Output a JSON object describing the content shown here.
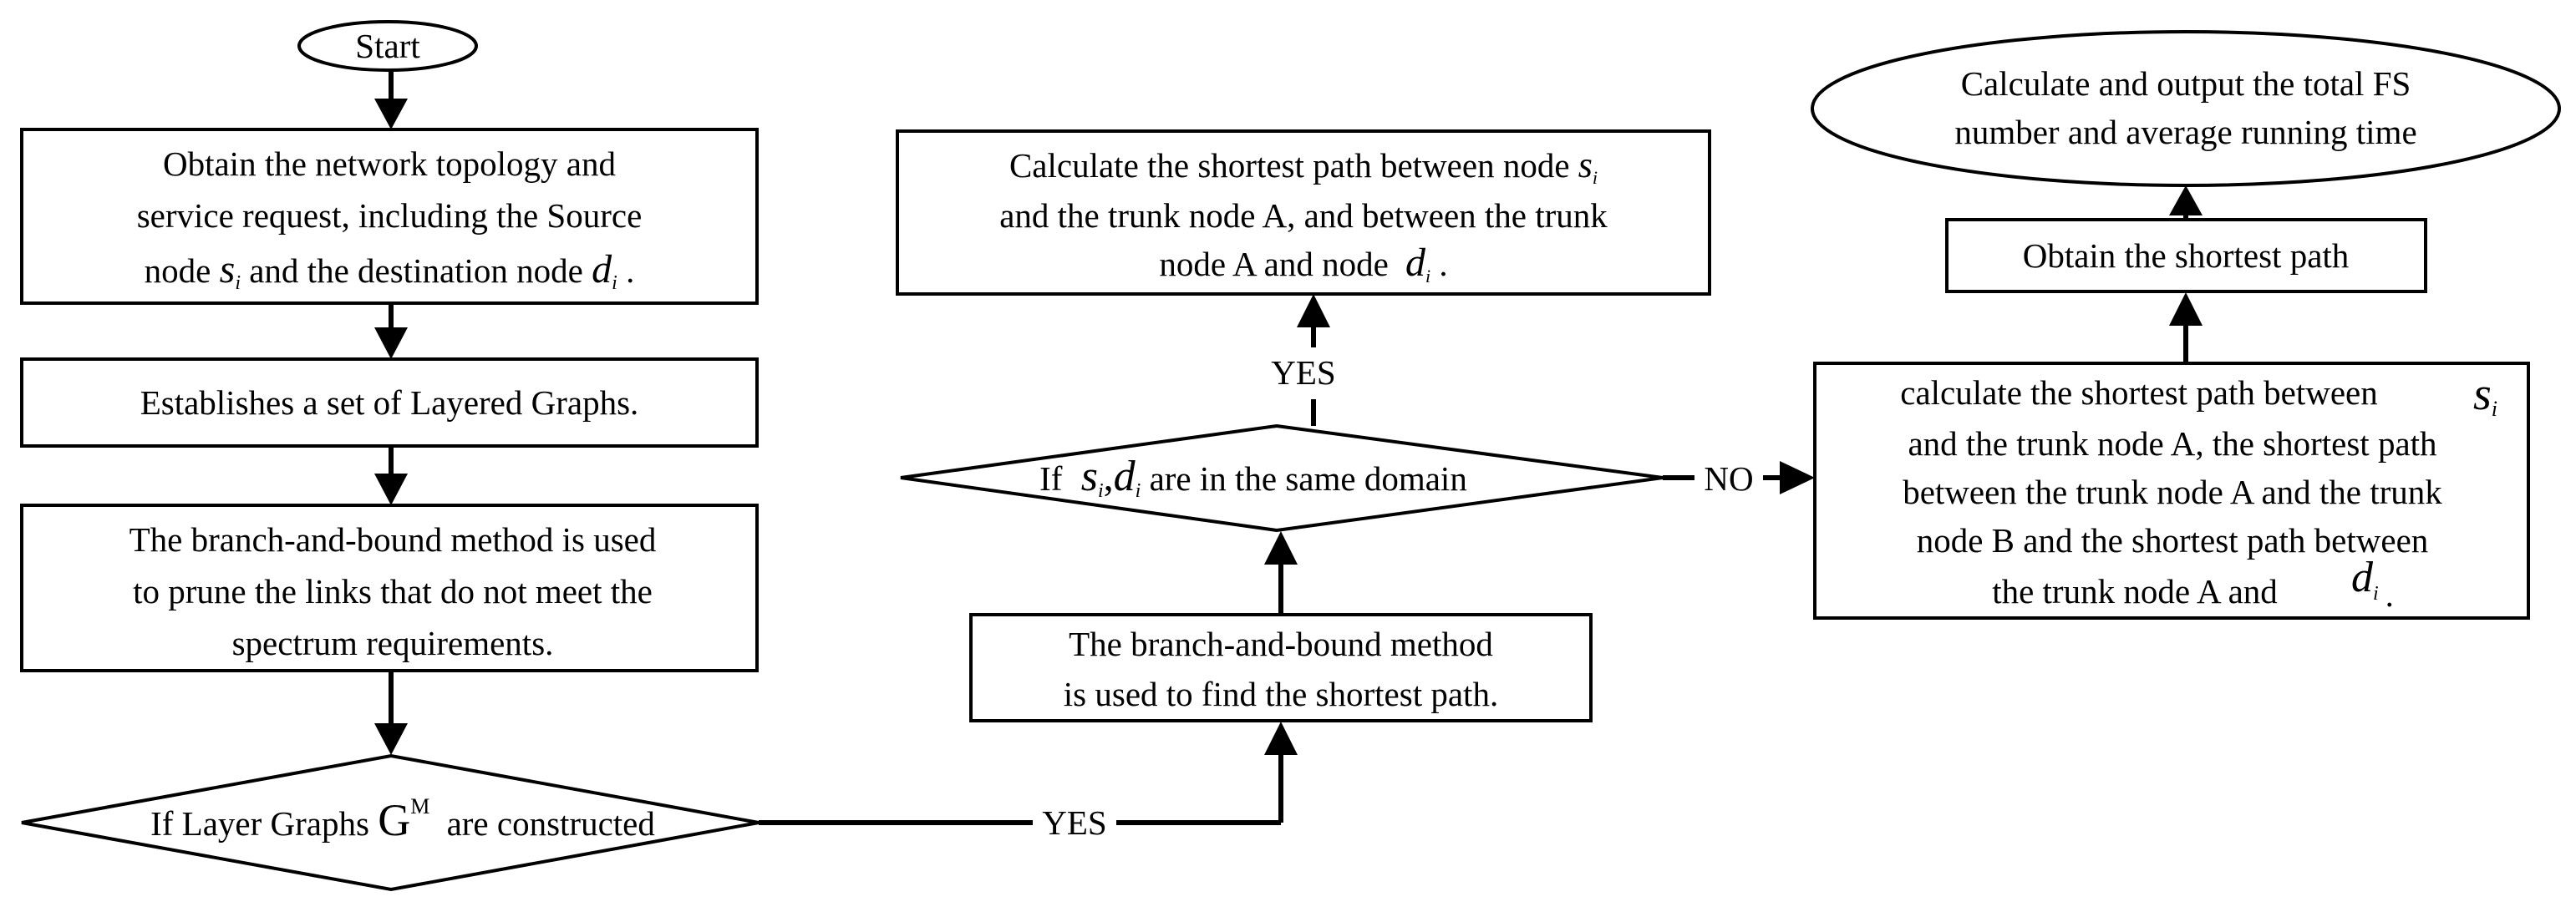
{
  "start": "Start",
  "step_obtain": {
    "line1": "Obtain the network topology and",
    "line2": "service request, including the Source",
    "line3_pre": "node",
    "line3_mid": "and the destination node",
    "line3_post": "."
  },
  "step_layered": "Establishes a set of Layered Graphs.",
  "step_prune": {
    "line1": "The branch-and-bound method is used",
    "line2": "to prune the links that do not meet the",
    "line3": "spectrum requirements."
  },
  "decision_layer": {
    "pre": "If Layer Graphs",
    "symbol": "G",
    "sup": "M",
    "post": "are constructed"
  },
  "step_bb": {
    "line1": "The branch-and-bound method",
    "line2": "is used to find the shortest path."
  },
  "decision_domain": {
    "pre": "If",
    "post": "are in the same domain"
  },
  "step_same_domain": {
    "line1": "Calculate the shortest path between node",
    "line2": "and the trunk node A, and between the trunk",
    "line3_pre": "node A and node",
    "line3_post": "."
  },
  "step_diff_domain": {
    "line1": "calculate the shortest path between",
    "line2": "and the trunk node A, the shortest path",
    "line3": "between the trunk node A and the trunk",
    "line4": "node B and  the shortest path between",
    "line5_pre": "the trunk node A and",
    "line5_post": "."
  },
  "step_obtain_shortest": "Obtain the shortest path",
  "end": {
    "line1": "Calculate and output the total FS",
    "line2": "number and average running time"
  },
  "labels": {
    "yes1": "YES",
    "yes2": "YES",
    "no": "NO"
  },
  "math": {
    "s": "s",
    "d": "d",
    "i": "i",
    "comma": ","
  }
}
